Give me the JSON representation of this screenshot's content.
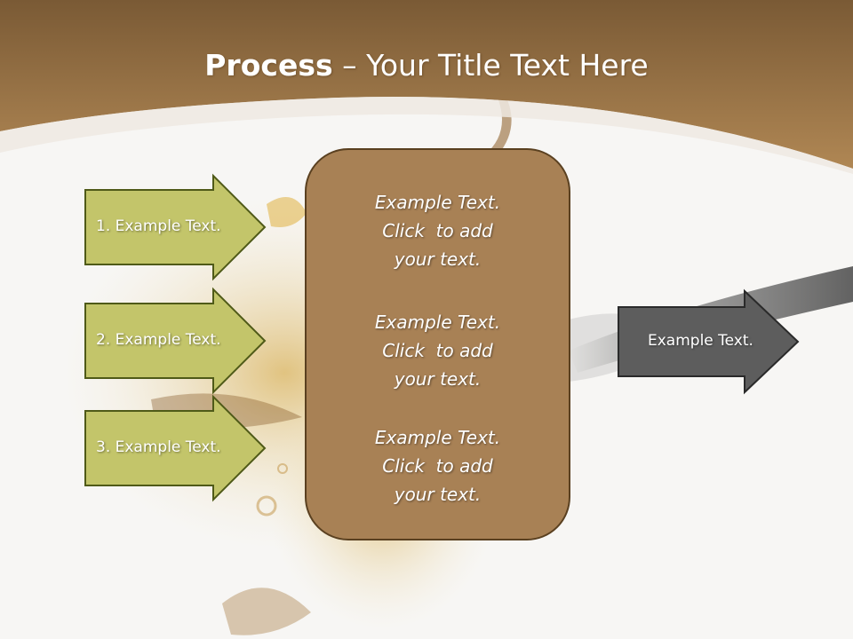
{
  "title": {
    "bold_part": "Process",
    "rest_part": " – Your Title Text Here"
  },
  "left_arrows": [
    {
      "label": "1. Example Text."
    },
    {
      "label": "2. Example Text."
    },
    {
      "label": "3. Example Text."
    }
  ],
  "center_box": {
    "blocks": [
      {
        "line1": "Example Text.",
        "line2": "Click  to add",
        "line3": "your text."
      },
      {
        "line1": "Example Text.",
        "line2": "Click  to add",
        "line3": "your text."
      },
      {
        "line1": "Example Text.",
        "line2": "Click  to add",
        "line3": "your text."
      }
    ]
  },
  "right_arrow": {
    "label": "Example Text."
  },
  "colors": {
    "header_brown": "#a67c4a",
    "box_brown": "#a88155",
    "arrow_green": "#c3c56a",
    "arrow_dark": "#5d5d5d"
  }
}
